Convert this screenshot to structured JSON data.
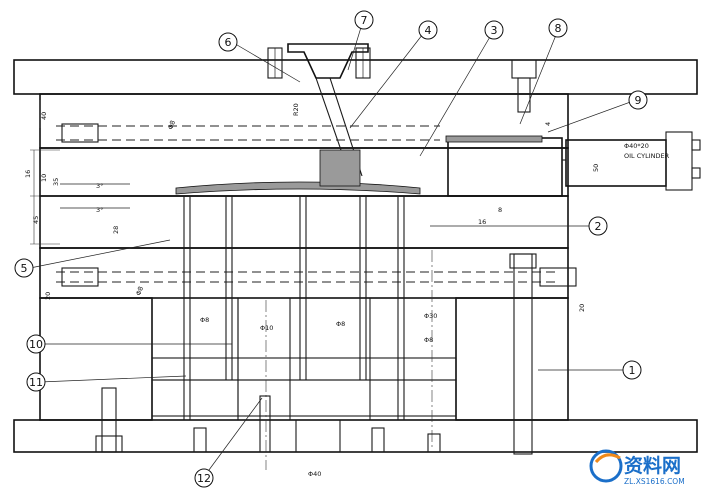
{
  "callouts": [
    {
      "num": "1"
    },
    {
      "num": "2"
    },
    {
      "num": "3"
    },
    {
      "num": "4"
    },
    {
      "num": "5"
    },
    {
      "num": "6"
    },
    {
      "num": "7"
    },
    {
      "num": "8"
    },
    {
      "num": "9"
    },
    {
      "num": "10"
    },
    {
      "num": "11"
    },
    {
      "num": "12"
    }
  ],
  "dimensions": {
    "d40_top": "40",
    "d10": "10",
    "d16": "16",
    "d45": "45",
    "d35": "35",
    "d20_left": "20",
    "d20_right": "20",
    "d28": "28",
    "deg3a": "3°",
    "deg3b": "3°",
    "phi8_a": "Φ8",
    "phi8_b": "Φ8",
    "phi8_c": "Φ8",
    "phi8_d": "Φ8",
    "phi8_e": "Φ8",
    "phi30": "Φ30",
    "phi10": "Φ10",
    "phi40": "Φ40",
    "r20": "R20",
    "d4": "4",
    "d8": "8",
    "d16_b": "16",
    "cyl_size": "Φ40*20",
    "cyl_name": "OIL CYLINDER",
    "d50": "50"
  },
  "watermark": {
    "brand": "资料网",
    "url": "ZL.XS1616.COM"
  }
}
